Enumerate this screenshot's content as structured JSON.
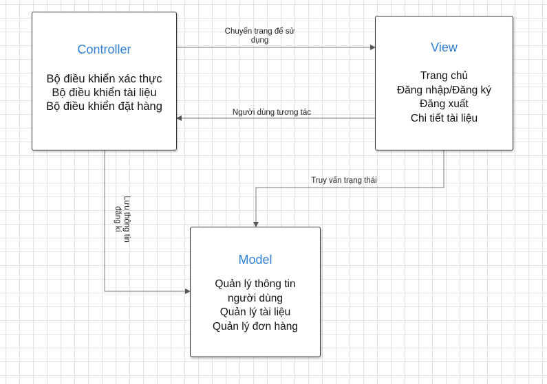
{
  "controller": {
    "title": "Controller",
    "items": [
      "Bộ điều khiển xác thực",
      "Bộ điều khiển tài liệu",
      "Bộ điều khiển đặt hàng"
    ]
  },
  "view": {
    "title": "View",
    "items": [
      "Trang chủ",
      "Đăng nhập/Đăng ký",
      "Đăng xuất",
      "Chi tiết tài liệu"
    ]
  },
  "model": {
    "title": "Model",
    "items": [
      "Quản lý thông tin",
      "người dùng",
      "Quản lý tài liệu",
      "Quản lý đơn hàng"
    ]
  },
  "edges": {
    "controller_to_view": [
      "Chuyển trang để sử",
      "dụng"
    ],
    "view_to_controller": "Người dùng tương tác",
    "view_to_model": "Truy vấn trạng thái",
    "controller_to_model": [
      "Lưu thông tin",
      "đăng kí"
    ]
  },
  "colors": {
    "title": "#2f7fd8",
    "line": "#777777",
    "border": "#333333"
  }
}
